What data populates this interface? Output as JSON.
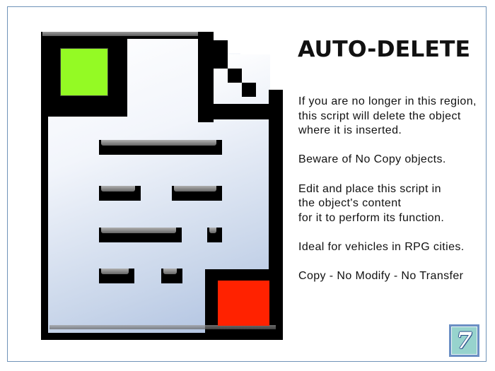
{
  "title": "AUTO-DELETE",
  "description": {
    "paragraph1": [
      "If you are no longer in this region,",
      "this script will delete the object",
      "where it is inserted."
    ],
    "paragraph2": [
      "Beware of No Copy objects."
    ],
    "paragraph3": [
      "Edit and place this script in",
      "the object's content",
      "for it to perform its function."
    ],
    "paragraph4": [
      "Ideal for vehicles in RPG cities."
    ],
    "paragraph5": [
      "Copy - No Modify - No Transfer"
    ]
  },
  "badge": {
    "number": "7"
  },
  "icon": {
    "name": "script-document-icon",
    "colors": {
      "green": "#94fa24",
      "red": "#ff2200",
      "paper_start": "#ffffff",
      "paper_end": "#adc0e0",
      "frame": "#6f93b8"
    }
  }
}
